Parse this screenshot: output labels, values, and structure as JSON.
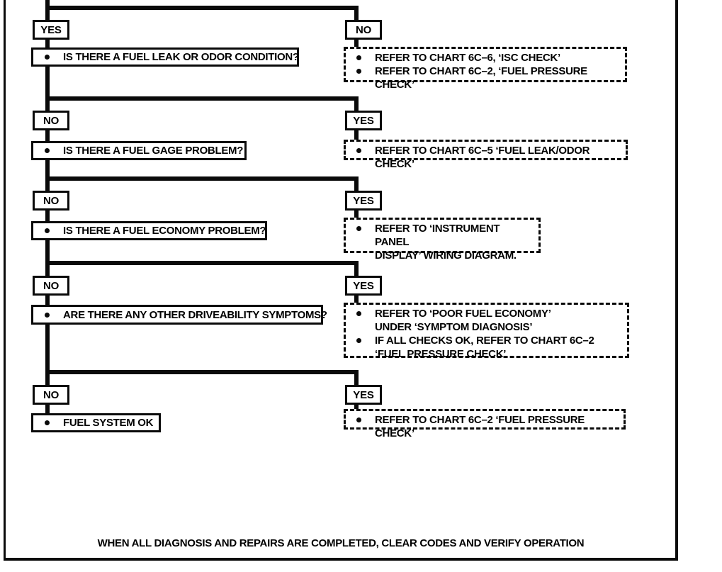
{
  "footer": "WHEN ALL DIAGNOSIS AND REPAIRS ARE COMPLETED, CLEAR CODES AND VERIFY OPERATION",
  "rows": [
    {
      "left_label": "YES",
      "left_box": "IS THERE A FUEL LEAK OR ODOR CONDITION?",
      "right_label": "NO",
      "actions": [
        "REFER TO CHART 6C–6, ‘ISC CHECK’",
        "REFER TO CHART 6C–2, ‘FUEL PRESSURE CHECK’"
      ]
    },
    {
      "left_label": "NO",
      "left_box": "IS THERE A FUEL GAGE PROBLEM?",
      "right_label": "YES",
      "actions": [
        "REFER TO CHART 6C–5 ‘FUEL LEAK/ODOR CHECK’"
      ]
    },
    {
      "left_label": "NO",
      "left_box": "IS THERE A FUEL ECONOMY PROBLEM?",
      "right_label": "YES",
      "actions": [
        "REFER TO ‘INSTRUMENT PANEL\nDISPLAY’ WIRING DIAGRAM."
      ]
    },
    {
      "left_label": "NO",
      "left_box": "ARE THERE ANY OTHER DRIVEABILITY SYMPTOMS?",
      "right_label": "YES",
      "actions": [
        "REFER TO ‘POOR FUEL ECONOMY’\nUNDER ‘SYMPTOM DIAGNOSIS’",
        "IF ALL CHECKS OK, REFER TO CHART  6C–2\n‘FUEL PRESSURE CHECK’"
      ]
    },
    {
      "left_label": "NO",
      "left_box": "FUEL SYSTEM  OK",
      "right_label": "YES",
      "actions": [
        "REFER TO CHART 6C–2 ‘FUEL PRESSURE CHECK’"
      ]
    }
  ]
}
